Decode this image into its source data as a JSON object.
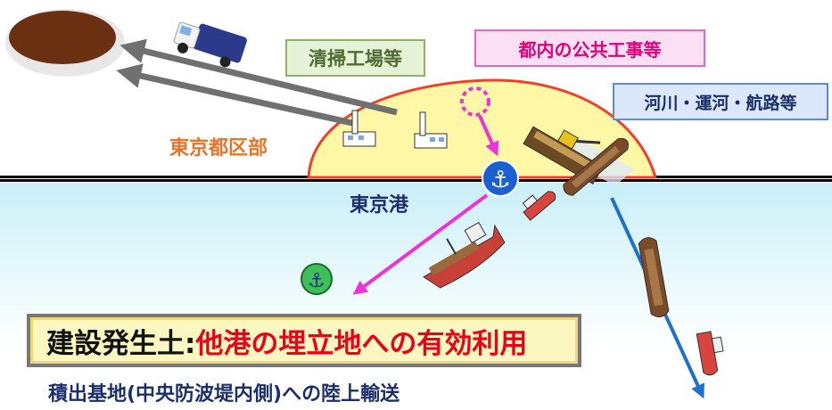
{
  "labels": {
    "seiso_kojo": "清掃工場等",
    "tonai_koji": "都内の公共工事等",
    "kasen": "河川・運河・航路等",
    "tokyo_kubu": "東京都区部",
    "tokyo_ko": "東京港"
  },
  "main_box": {
    "prefix": "建設発生土:",
    "highlight": "他港の埋立地への有効利用"
  },
  "footer": "積出基地(中央防波堤内側)への陸上輸送",
  "colors": {
    "land_fill": "#fef7a6",
    "land_border": "#f0402a",
    "arrow_gray": "#707070",
    "arrow_pink": "#ee34d8",
    "arrow_blue": "#1f6fcf",
    "orange_text": "#e8742a",
    "navy_text": "#1d2f6b"
  },
  "icons": [
    "landfill-mound-icon",
    "garbage-truck-icon",
    "factory-icon",
    "anchor-icon",
    "excavator-barge-icon",
    "ship-icon",
    "barge-icon",
    "tugboat-icon"
  ]
}
